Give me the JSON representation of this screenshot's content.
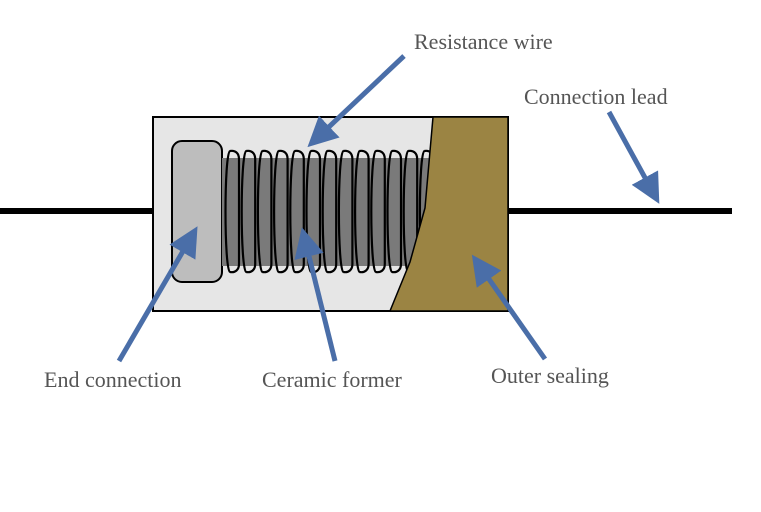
{
  "labels": {
    "resistance_wire": "Resistance wire",
    "connection_lead": "Connection lead",
    "end_connection": "End connection",
    "ceramic_former": "Ceramic former",
    "outer_sealing": "Outer sealing"
  },
  "colors": {
    "lead": "#000000",
    "body_fill": "#e6e6e6",
    "end_cap": "#bdbdbd",
    "ceramic_core": "#7a7a7a",
    "coil_wire": "#000000",
    "outer_sealing": "#9b8443",
    "arrow": "#4a6ea8",
    "label_text": "#555555"
  },
  "icons": {
    "arrow": "arrow-icon"
  }
}
